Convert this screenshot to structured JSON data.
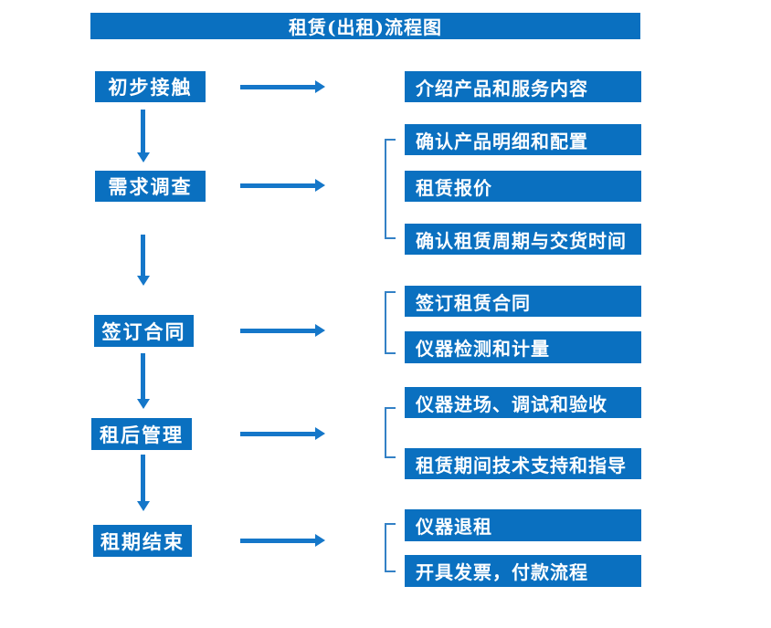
{
  "title": "租赁(出租)流程图",
  "colors": {
    "box_blue": "#0a70c0",
    "arrow_blue": "#1577c9",
    "bracket_blue": "#3381c6",
    "box_text": "#ffffff",
    "background": "#ffffff"
  },
  "stages": [
    {
      "label": "初步接触",
      "outputs": [
        "介绍产品和服务内容"
      ]
    },
    {
      "label": "需求调查",
      "outputs": [
        "确认产品明细和配置",
        "租赁报价",
        "确认租赁周期与交货时间"
      ]
    },
    {
      "label": "签订合同",
      "outputs": [
        "签订租赁合同",
        "仪器检测和计量"
      ]
    },
    {
      "label": "租后管理",
      "outputs": [
        "仪器进场、调试和验收",
        "租赁期间技术支持和指导"
      ]
    },
    {
      "label": "租期结束",
      "outputs": [
        "仪器退租",
        "开具发票，付款流程"
      ]
    }
  ]
}
